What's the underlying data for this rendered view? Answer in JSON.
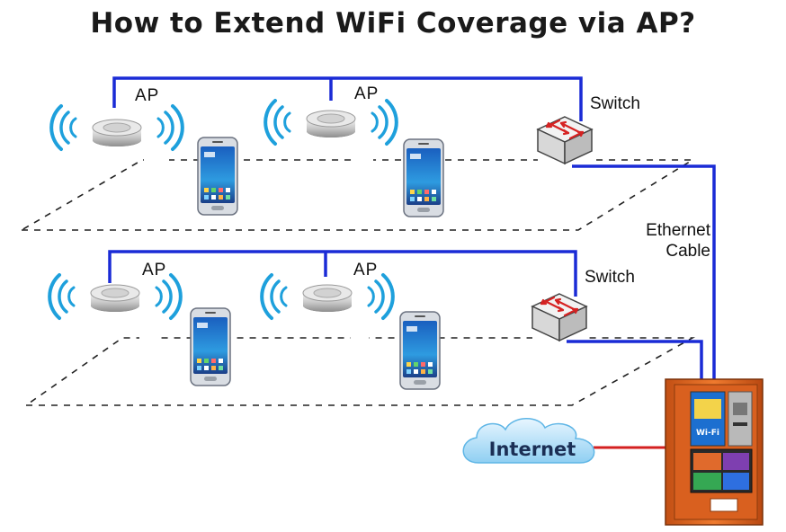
{
  "title": "How to Extend WiFi Coverage via AP?",
  "labels": {
    "ap": "AP",
    "switch": "Switch",
    "ethernet_line1": "Ethernet",
    "ethernet_line2": "Cable",
    "internet": "Internet"
  },
  "kiosk": {
    "screen_text": "Wi-Fi"
  },
  "colors": {
    "ethernet": "#1a2bd6",
    "internet_link": "#d42020",
    "wifi_waves": "#1ea0dc",
    "kiosk_body": "#e0651e"
  }
}
